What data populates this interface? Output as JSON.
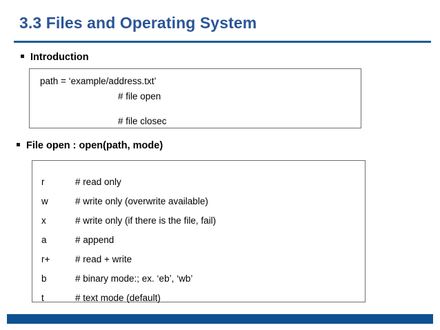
{
  "slide": {
    "title": "3.3 Files and Operating System",
    "accent_color": "#2b5596",
    "rule_color": "#1f5d95",
    "bottom_bar_color": "#0f5192",
    "box_border_color": "#6f6f6f",
    "background_color": "#ffffff"
  },
  "sections": [
    {
      "bullet": "Introduction",
      "code_lines": [
        "path = ‘example/address.txt’",
        "# file open",
        "# file closec"
      ]
    },
    {
      "bullet": "File open : open(path, mode)",
      "modes": [
        {
          "key": "r",
          "desc": "# read only"
        },
        {
          "key": "w",
          "desc": "# write only (overwrite available)"
        },
        {
          "key": "x",
          "desc": "# write only (if there is the file, fail)"
        },
        {
          "key": "a",
          "desc": "# append"
        },
        {
          "key": "r+",
          "desc": "# read + write"
        },
        {
          "key": "b",
          "desc": "# binary mode:; ex. ‘eb’, ‘wb’"
        },
        {
          "key": "t",
          "desc": "# text mode (default)"
        }
      ]
    }
  ]
}
